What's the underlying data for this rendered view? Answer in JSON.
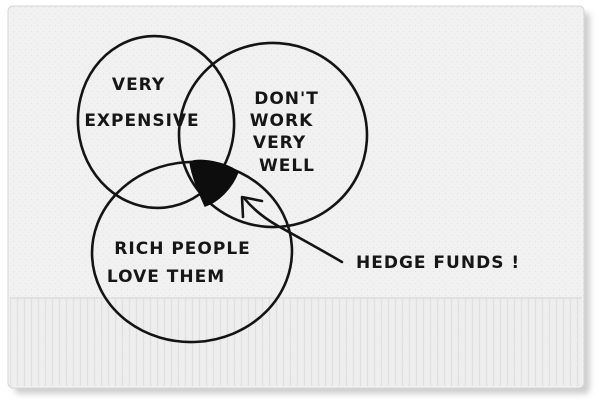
{
  "colors": {
    "napkin": "#f1f1f1",
    "napkin_shadow": "#d0d0d0",
    "ink": "#141414"
  },
  "diagram": {
    "sets": [
      {
        "lines": [
          "VERY",
          "EXPENSIVE"
        ]
      },
      {
        "lines": [
          "DON'T",
          "WORK",
          "VERY",
          "WELL"
        ]
      },
      {
        "lines": [
          "RICH PEOPLE",
          "LOVE THEM"
        ]
      }
    ],
    "annotation": {
      "text": "HEDGE FUNDS !"
    }
  }
}
